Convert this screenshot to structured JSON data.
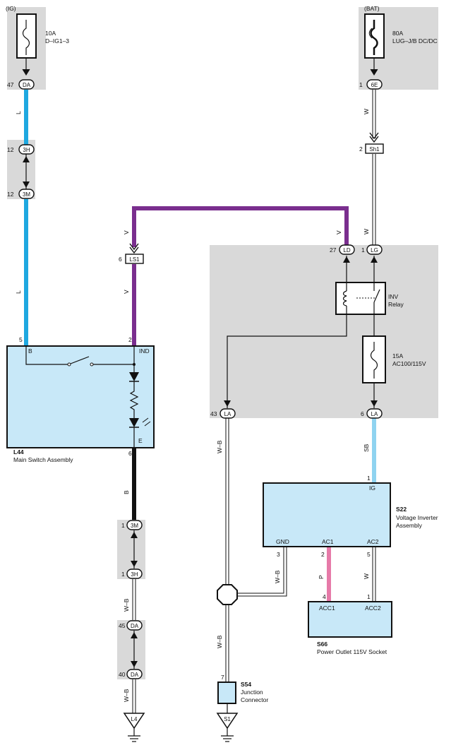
{
  "sources": {
    "ig": {
      "label": "(IG)",
      "fuse_rating": "10A",
      "fuse_name": "D–IG1–3",
      "pin": "47",
      "connector": "DA"
    },
    "bat": {
      "label": "(BAT)",
      "fuse_rating": "80A",
      "fuse_name": "LUG–J/B DC/DC",
      "pin": "1",
      "connector": "6E"
    }
  },
  "connectors": {
    "c3h_top": {
      "pin": "12",
      "name": "3H"
    },
    "c3m_top": {
      "pin": "12",
      "name": "3M"
    },
    "sh1": {
      "pin": "2",
      "name": "Sh1"
    },
    "ls1": {
      "pin": "6",
      "name": "LS1"
    },
    "ld": {
      "pin": "27",
      "name": "LD"
    },
    "lg": {
      "pin": "1",
      "name": "LG"
    },
    "la_left": {
      "pin": "43",
      "name": "LA"
    },
    "la_right": {
      "pin": "6",
      "name": "LA"
    },
    "c3m_bot": {
      "pin": "1",
      "name": "3M"
    },
    "c3h_bot": {
      "pin": "1",
      "name": "3H"
    },
    "da_45": {
      "pin": "45",
      "name": "DA"
    },
    "da_40": {
      "pin": "40",
      "name": "DA"
    }
  },
  "wires": {
    "l_top": "L",
    "l_mid": "L",
    "w_top": "W",
    "w_relay": "W",
    "v_left": "V",
    "v_right": "V",
    "v_lower": "V",
    "b": "B",
    "wb_1": "W–B",
    "wb_2": "W–B",
    "wb_la": "W–B",
    "wb_gnd": "W–B",
    "wb_s54": "W–B",
    "sb": "SB",
    "p": "P",
    "w_ac2": "W"
  },
  "relay": {
    "line1": "INV",
    "line2": "Relay"
  },
  "inv_fuse": {
    "rating": "15A",
    "name": "AC100/115V"
  },
  "components": {
    "l44": {
      "id": "L44",
      "name": "Main Switch Assembly",
      "pin_b": "5",
      "term_b": "B",
      "pin_ind": "2",
      "term_ind": "IND",
      "pin_e": "6",
      "term_e": "E"
    },
    "s22": {
      "id": "S22",
      "name_line1": "Voltage Inverter",
      "name_line2": "Assembly",
      "pin_ig": "1",
      "term_ig": "IG",
      "pin_gnd": "3",
      "term_gnd": "GND",
      "pin_ac1": "2",
      "term_ac1": "AC1",
      "pin_ac2": "5",
      "term_ac2": "AC2"
    },
    "s66": {
      "id": "S66",
      "name": "Power Outlet 115V Socket",
      "pin_acc1": "4",
      "term_acc1": "ACC1",
      "pin_acc2": "1",
      "term_acc2": "ACC2"
    },
    "s54": {
      "id": "S54",
      "name_line1": "Junction",
      "name_line2": "Connector",
      "pin": "7"
    }
  },
  "grounds": {
    "l4": "L4",
    "s1": "S1"
  },
  "colors": {
    "light_blue": "#1ea8e0",
    "sky_blue": "#8fd3f0",
    "violet": "#7a2e8e",
    "black": "#111111",
    "pink": "#e67aa8",
    "gray_box": "#d9d9d9",
    "component_fill": "#c8e8f8"
  }
}
